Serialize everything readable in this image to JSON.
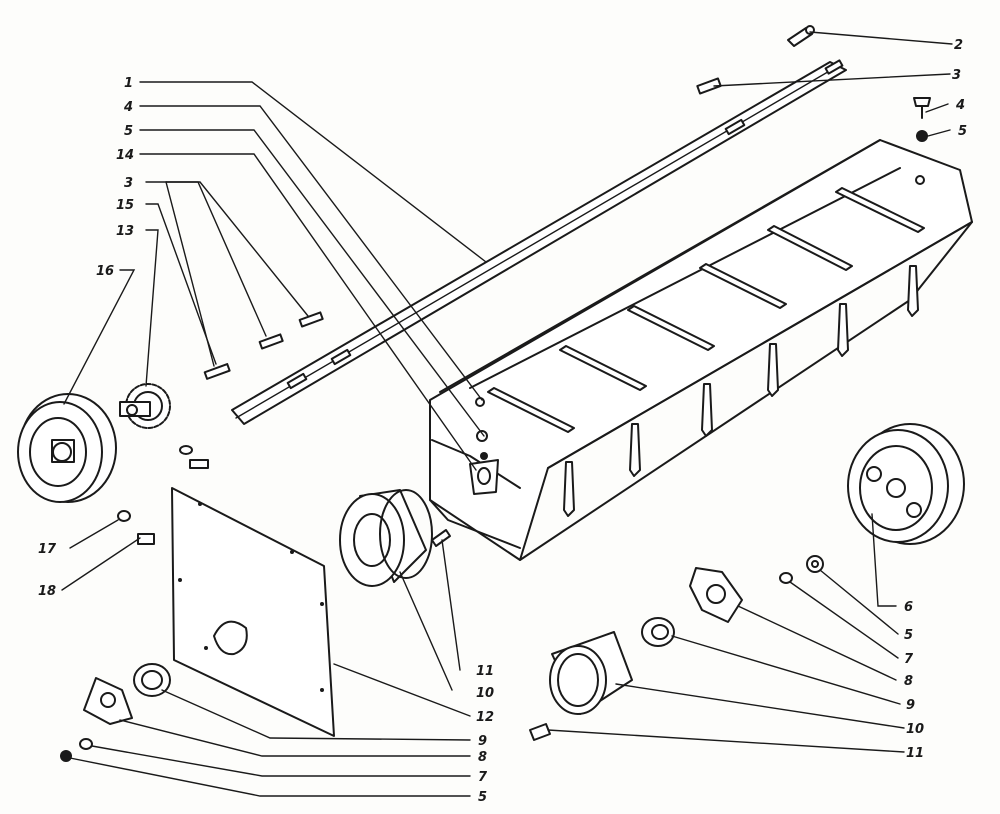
{
  "callouts": {
    "left_1": "1",
    "left_4": "4",
    "left_5": "5",
    "left_14": "14",
    "left_3": "3",
    "left_15": "15",
    "left_13": "13",
    "left_16": "16",
    "left_17": "17",
    "left_18": "18",
    "top_2": "2",
    "top_3": "3",
    "top_4": "4",
    "top_5": "5",
    "right_6": "6",
    "right_5": "5",
    "right_7": "7",
    "right_8": "8",
    "right_9": "9",
    "right_10": "10",
    "right_11": "11",
    "mid_11": "11",
    "mid_10": "10",
    "mid_12": "12",
    "bottom_9": "9",
    "bottom_8": "8",
    "bottom_7": "7",
    "bottom_5": "5"
  }
}
